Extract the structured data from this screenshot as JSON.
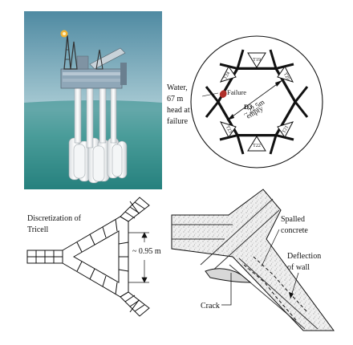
{
  "platform_illustration": {
    "colors": {
      "sky_top": "#5b8ea5",
      "sky_mid": "#9fc4cf",
      "sea": "#2e8f8a",
      "sea_deep": "#1f7472",
      "flare": "#f2b233"
    }
  },
  "cross_section": {
    "water_label": [
      "Water,",
      "67 m",
      "head at",
      "failure"
    ],
    "failure_label": "Failure",
    "diameter_label": "~ 22.5m",
    "cell_name": "D3",
    "cell_state": "empty",
    "tricell_labels": [
      "T19",
      "T20",
      "T21",
      "T22",
      "T23",
      "T24"
    ],
    "failure_marker_color": "#b0302a"
  },
  "discretization": {
    "title_lines": [
      "Discretization of",
      "Tricell"
    ],
    "thickness_label": "0.95 m"
  },
  "wall_detail": {
    "spalled_lines": [
      "Spalled",
      "concrete"
    ],
    "deflection_lines": [
      "Deflection",
      "of wall"
    ],
    "crack_label": "Crack"
  }
}
